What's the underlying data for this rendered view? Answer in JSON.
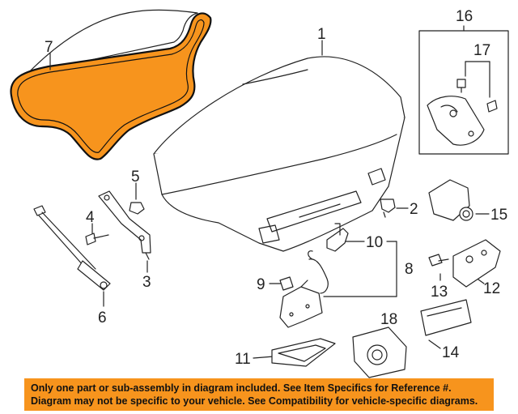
{
  "callouts": {
    "c1": "1",
    "c2": "2",
    "c3": "3",
    "c4": "4",
    "c5": "5",
    "c6": "6",
    "c7": "7",
    "c8": "8",
    "c9": "9",
    "c10": "10",
    "c11": "11",
    "c12": "12",
    "c13": "13",
    "c14": "14",
    "c15": "15",
    "c16": "16",
    "c17": "17",
    "c18": "18"
  },
  "highlight_color": "#f7941d",
  "banner": {
    "line1": "Only one part or sub-assembly in diagram included. See Item Specifics for Reference #.",
    "line2": "Diagram may not be specific to your vehicle. See Compatibility for vehicle-specific diagrams."
  }
}
